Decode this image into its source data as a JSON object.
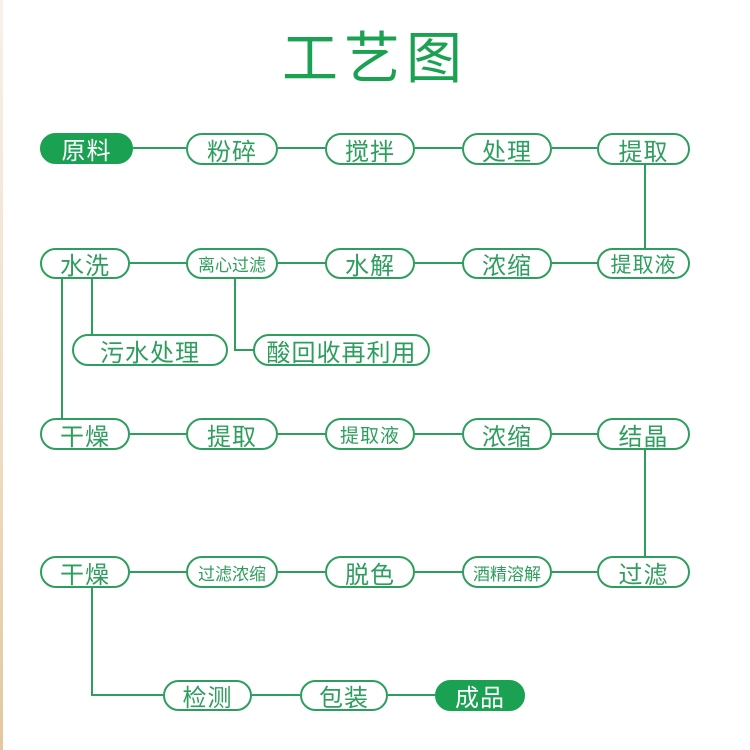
{
  "title": "工艺图",
  "colors": {
    "accent": "#1aa152",
    "stroke": "#2e9e5e",
    "background": "#ffffff"
  },
  "nodes": {
    "raw_material": "原料",
    "crushing": "粉碎",
    "stirring": "搅拌",
    "treatment": "处理",
    "extraction_1": "提取",
    "extract_liquid_1": "提取液",
    "concentration_1": "浓缩",
    "hydrolysis": "水解",
    "centrifugal_filtration": "离心过滤",
    "water_washing": "水洗",
    "sewage_treatment": "污水处理",
    "acid_recovery": "酸回收再利用",
    "drying_1": "干燥",
    "extraction_2": "提取",
    "extract_liquid_2": "提取液",
    "concentration_2": "浓缩",
    "crystallization": "结晶",
    "filtration": "过滤",
    "alcohol_dissolution": "酒精溶解",
    "decolorization": "脱色",
    "filter_concentrate": "过滤浓缩",
    "drying_2": "干燥",
    "inspection": "检测",
    "packaging": "包装",
    "finished_product": "成品"
  }
}
